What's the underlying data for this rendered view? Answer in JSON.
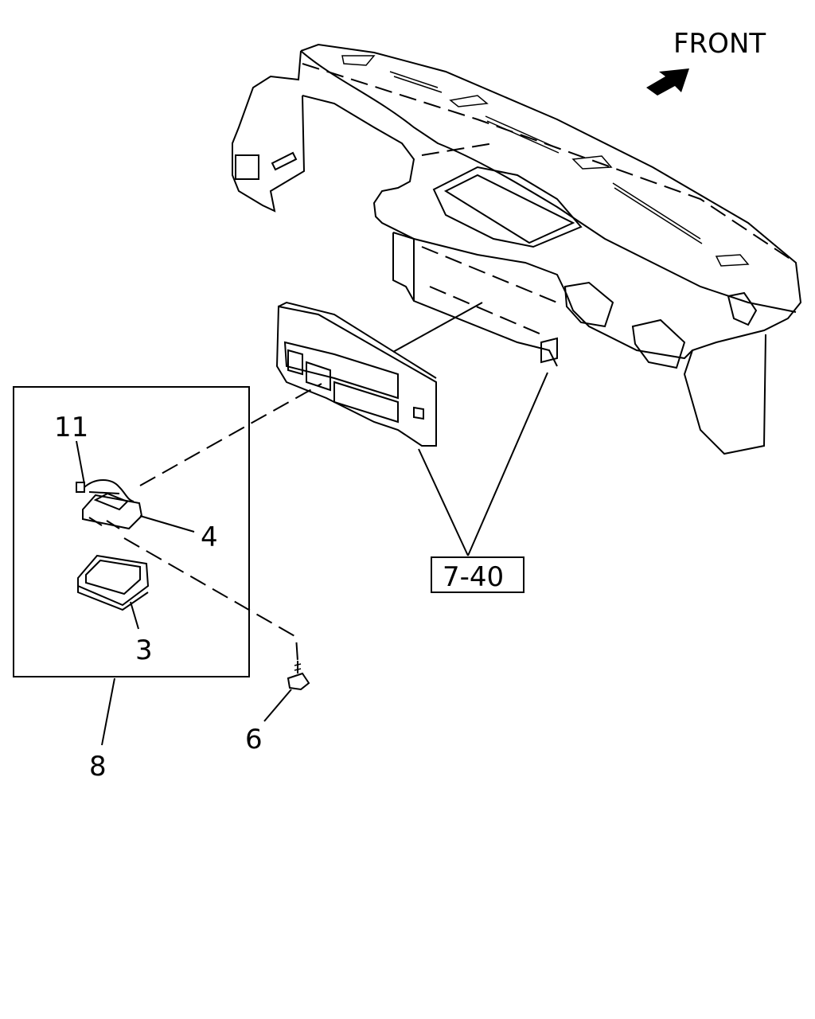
{
  "direction_label": "FRONT",
  "callouts": {
    "c11": "11",
    "c4": "4",
    "c3": "3",
    "c8": "8",
    "c6": "6",
    "c740": "7-40"
  },
  "icons": {
    "front_arrow": "front-arrow-icon"
  }
}
